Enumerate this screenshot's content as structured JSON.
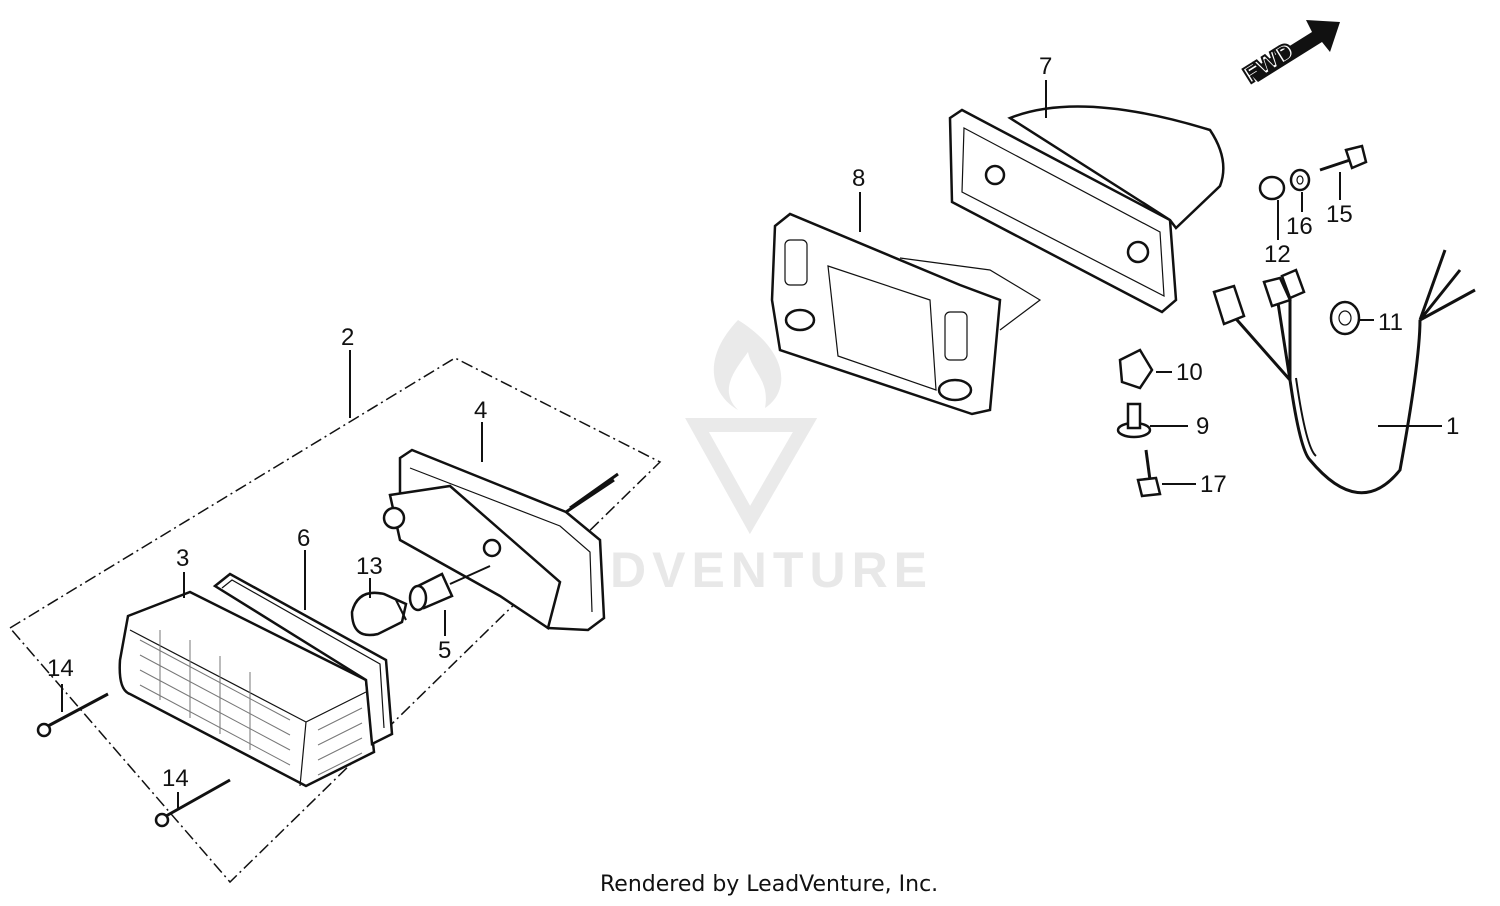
{
  "callouts": {
    "c1": "1",
    "c2": "2",
    "c3": "3",
    "c4": "4",
    "c5": "5",
    "c6": "6",
    "c7": "7",
    "c8": "8",
    "c9": "9",
    "c10": "10",
    "c11": "11",
    "c12": "12",
    "c13": "13",
    "c14a": "14",
    "c14b": "14",
    "c15": "15",
    "c16": "16",
    "c17": "17"
  },
  "direction_label": "FWD",
  "watermark": "LEADVENTURE",
  "footer": "Rendered by LeadVenture, Inc.",
  "colors": {
    "line": "#111111",
    "watermark": "#e6e6e6"
  }
}
